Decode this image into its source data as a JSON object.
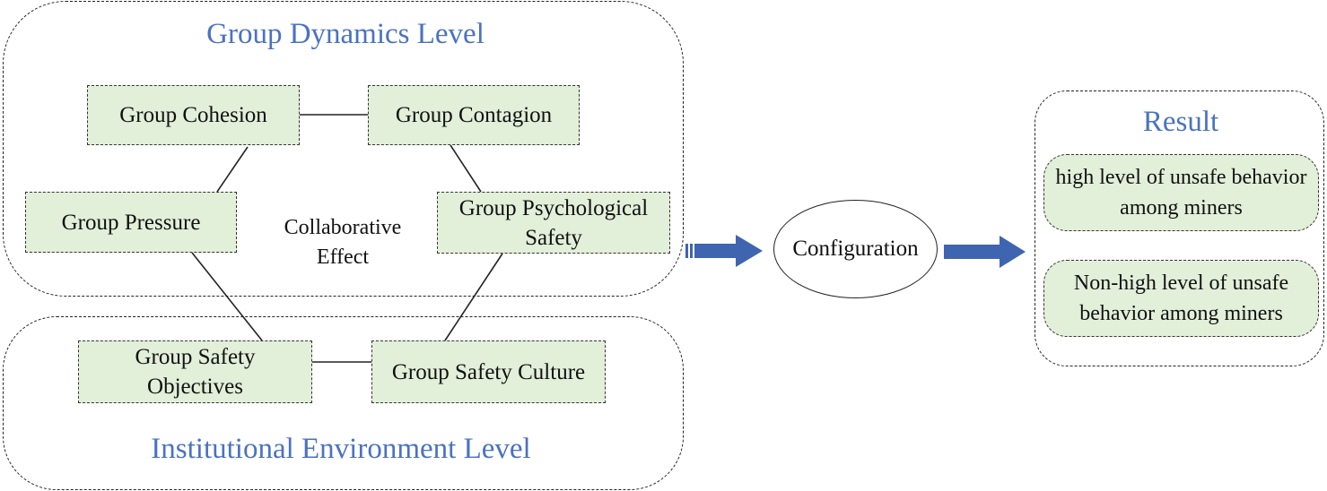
{
  "group_dynamics": {
    "title": "Group Dynamics Level",
    "factors": {
      "cohesion": "Group Cohesion",
      "contagion": "Group Contagion",
      "pressure": "Group Pressure",
      "psych_safety": "Group Psychological Safety"
    }
  },
  "institutional": {
    "title": "Institutional Environment Level",
    "factors": {
      "objectives": "Group Safety Objectives",
      "culture": "Group Safety Culture"
    }
  },
  "center_label": "Collaborative Effect",
  "configuration": "Configuration",
  "result": {
    "title": "Result",
    "items": [
      "high level of unsafe behavior among miners",
      "Non-high level of unsafe behavior among miners"
    ]
  },
  "colors": {
    "title_blue": "#4a72c2",
    "factor_fill": "#e2efd9",
    "arrow_blue": "#3f64b0"
  }
}
